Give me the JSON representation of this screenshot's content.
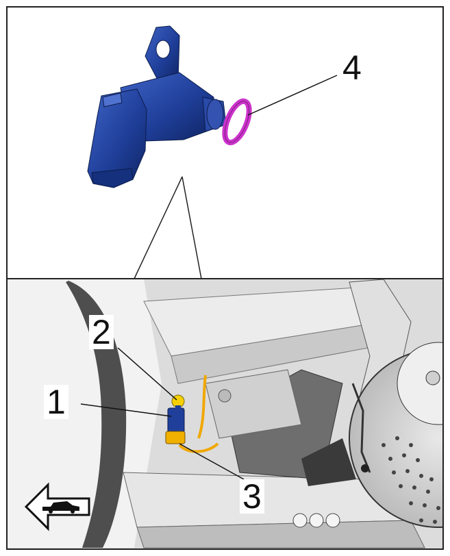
{
  "callouts": {
    "part_1": "1",
    "part_2": "2",
    "part_3": "3",
    "part_4": "4"
  },
  "icons": {
    "direction_arrow": "arrow-left-with-car-icon"
  },
  "colors": {
    "sensor_blue": "#1f3f9a",
    "seal_ring": "#cc33cc",
    "connector_yellow": "#f5d000",
    "harness_orange": "#f0a800",
    "frame": "#222222",
    "chassis_grey": "#cfcfcf"
  }
}
